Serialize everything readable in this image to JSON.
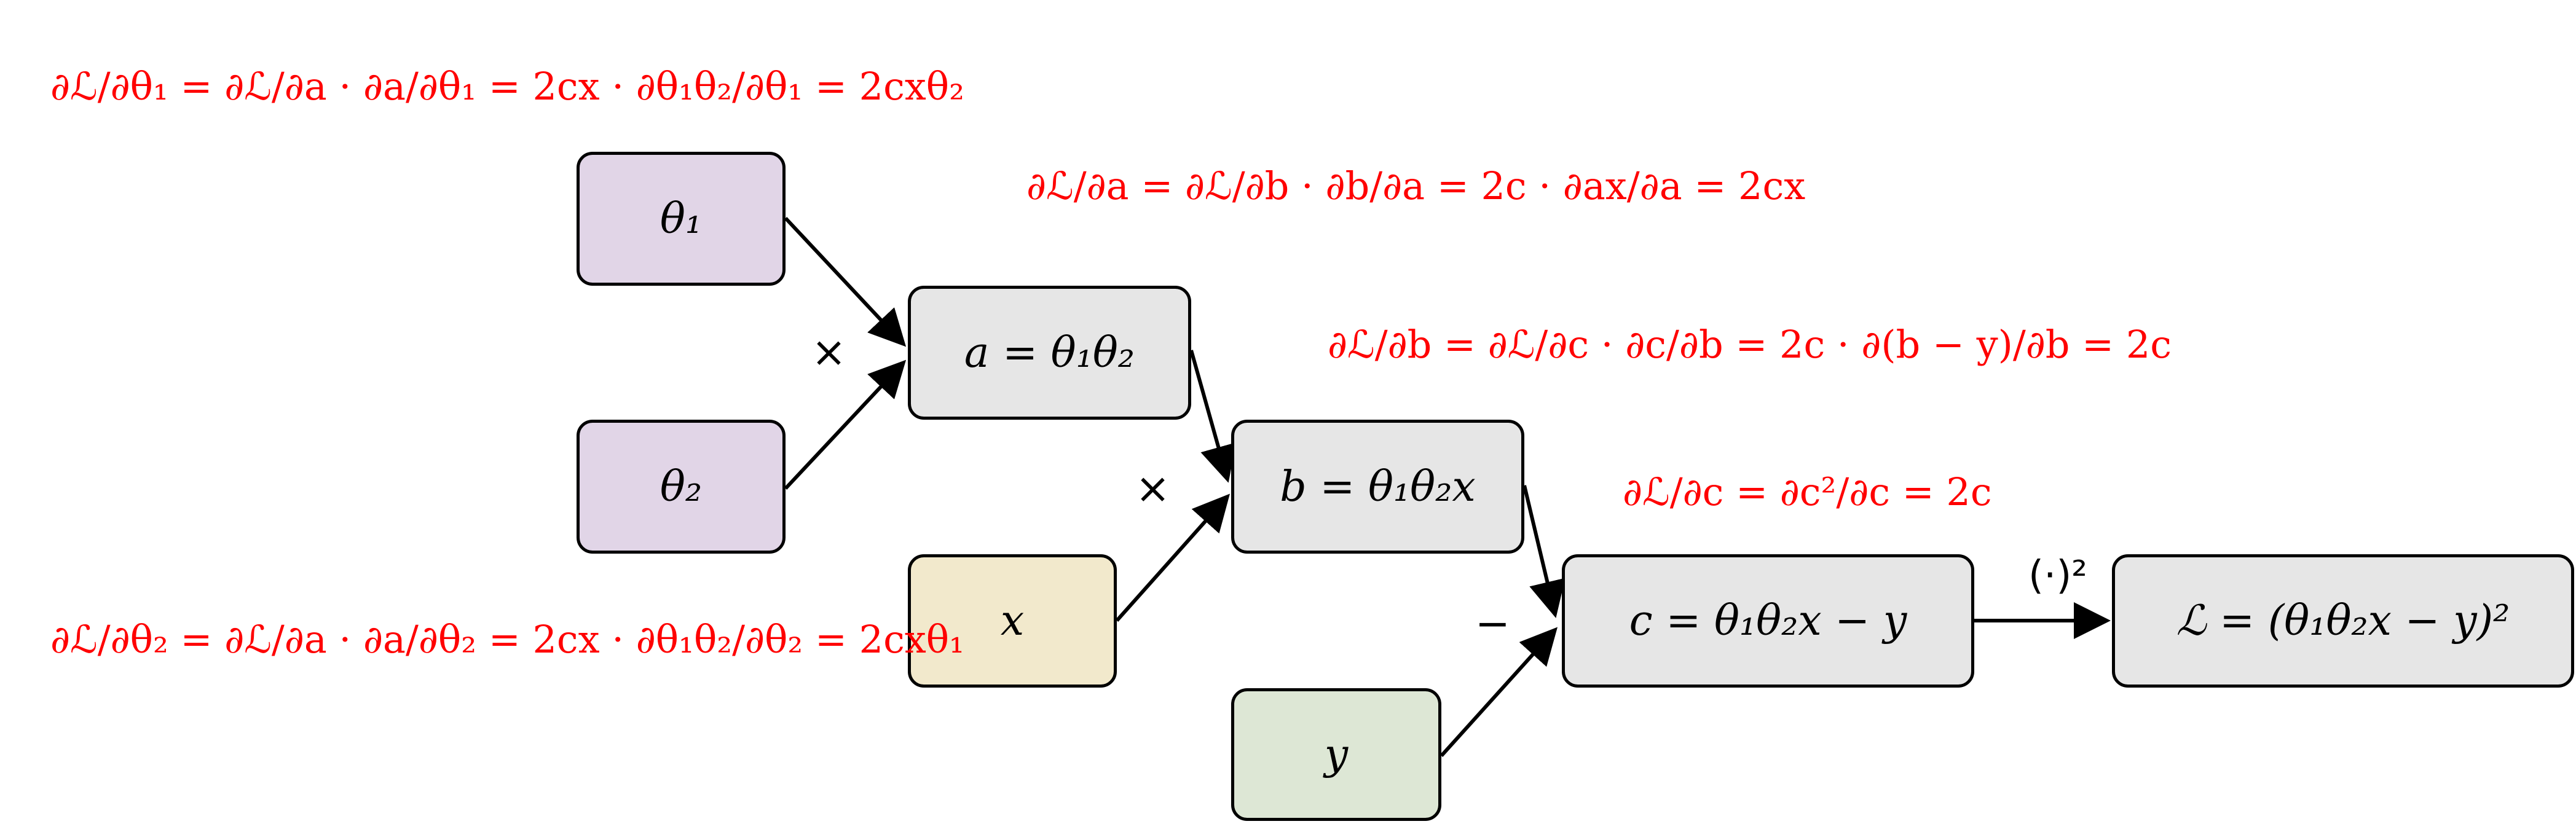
{
  "nodes": {
    "theta1": "θ₁",
    "theta2": "θ₂",
    "a": "a = θ₁θ₂",
    "x": "x",
    "b": "b = θ₁θ₂x",
    "y": "y",
    "c": "c  = θ₁θ₂x  − y",
    "loss": "ℒ = (θ₁θ₂x  − y)²"
  },
  "operators": {
    "mul_a": "×",
    "mul_b": "×",
    "minus": "−",
    "square": "(·)²"
  },
  "equations": {
    "dL_dtheta1": "∂ℒ/∂θ₁ = ∂ℒ/∂a · ∂a/∂θ₁ = 2cx · ∂θ₁θ₂/∂θ₁ = 2cxθ₂",
    "dL_da": "∂ℒ/∂a = ∂ℒ/∂b · ∂b/∂a = 2c · ∂ax/∂a = 2cx",
    "dL_db": "∂ℒ/∂b = ∂ℒ/∂c · ∂c/∂b = 2c · ∂(b − y)/∂b = 2c",
    "dL_dc": "∂ℒ/∂c = ∂c²/∂c = 2c",
    "dL_dtheta2": "∂ℒ/∂θ₂ = ∂ℒ/∂a · ∂a/∂θ₂ = 2cx · ∂θ₁θ₂/∂θ₂ = 2cxθ₁"
  },
  "colors": {
    "gradient_text": "#ff0000",
    "param_fill": "#e1d5e7",
    "op_fill": "#e6e6e6",
    "x_fill": "#f2e9cc",
    "y_fill": "#dde7d5"
  }
}
